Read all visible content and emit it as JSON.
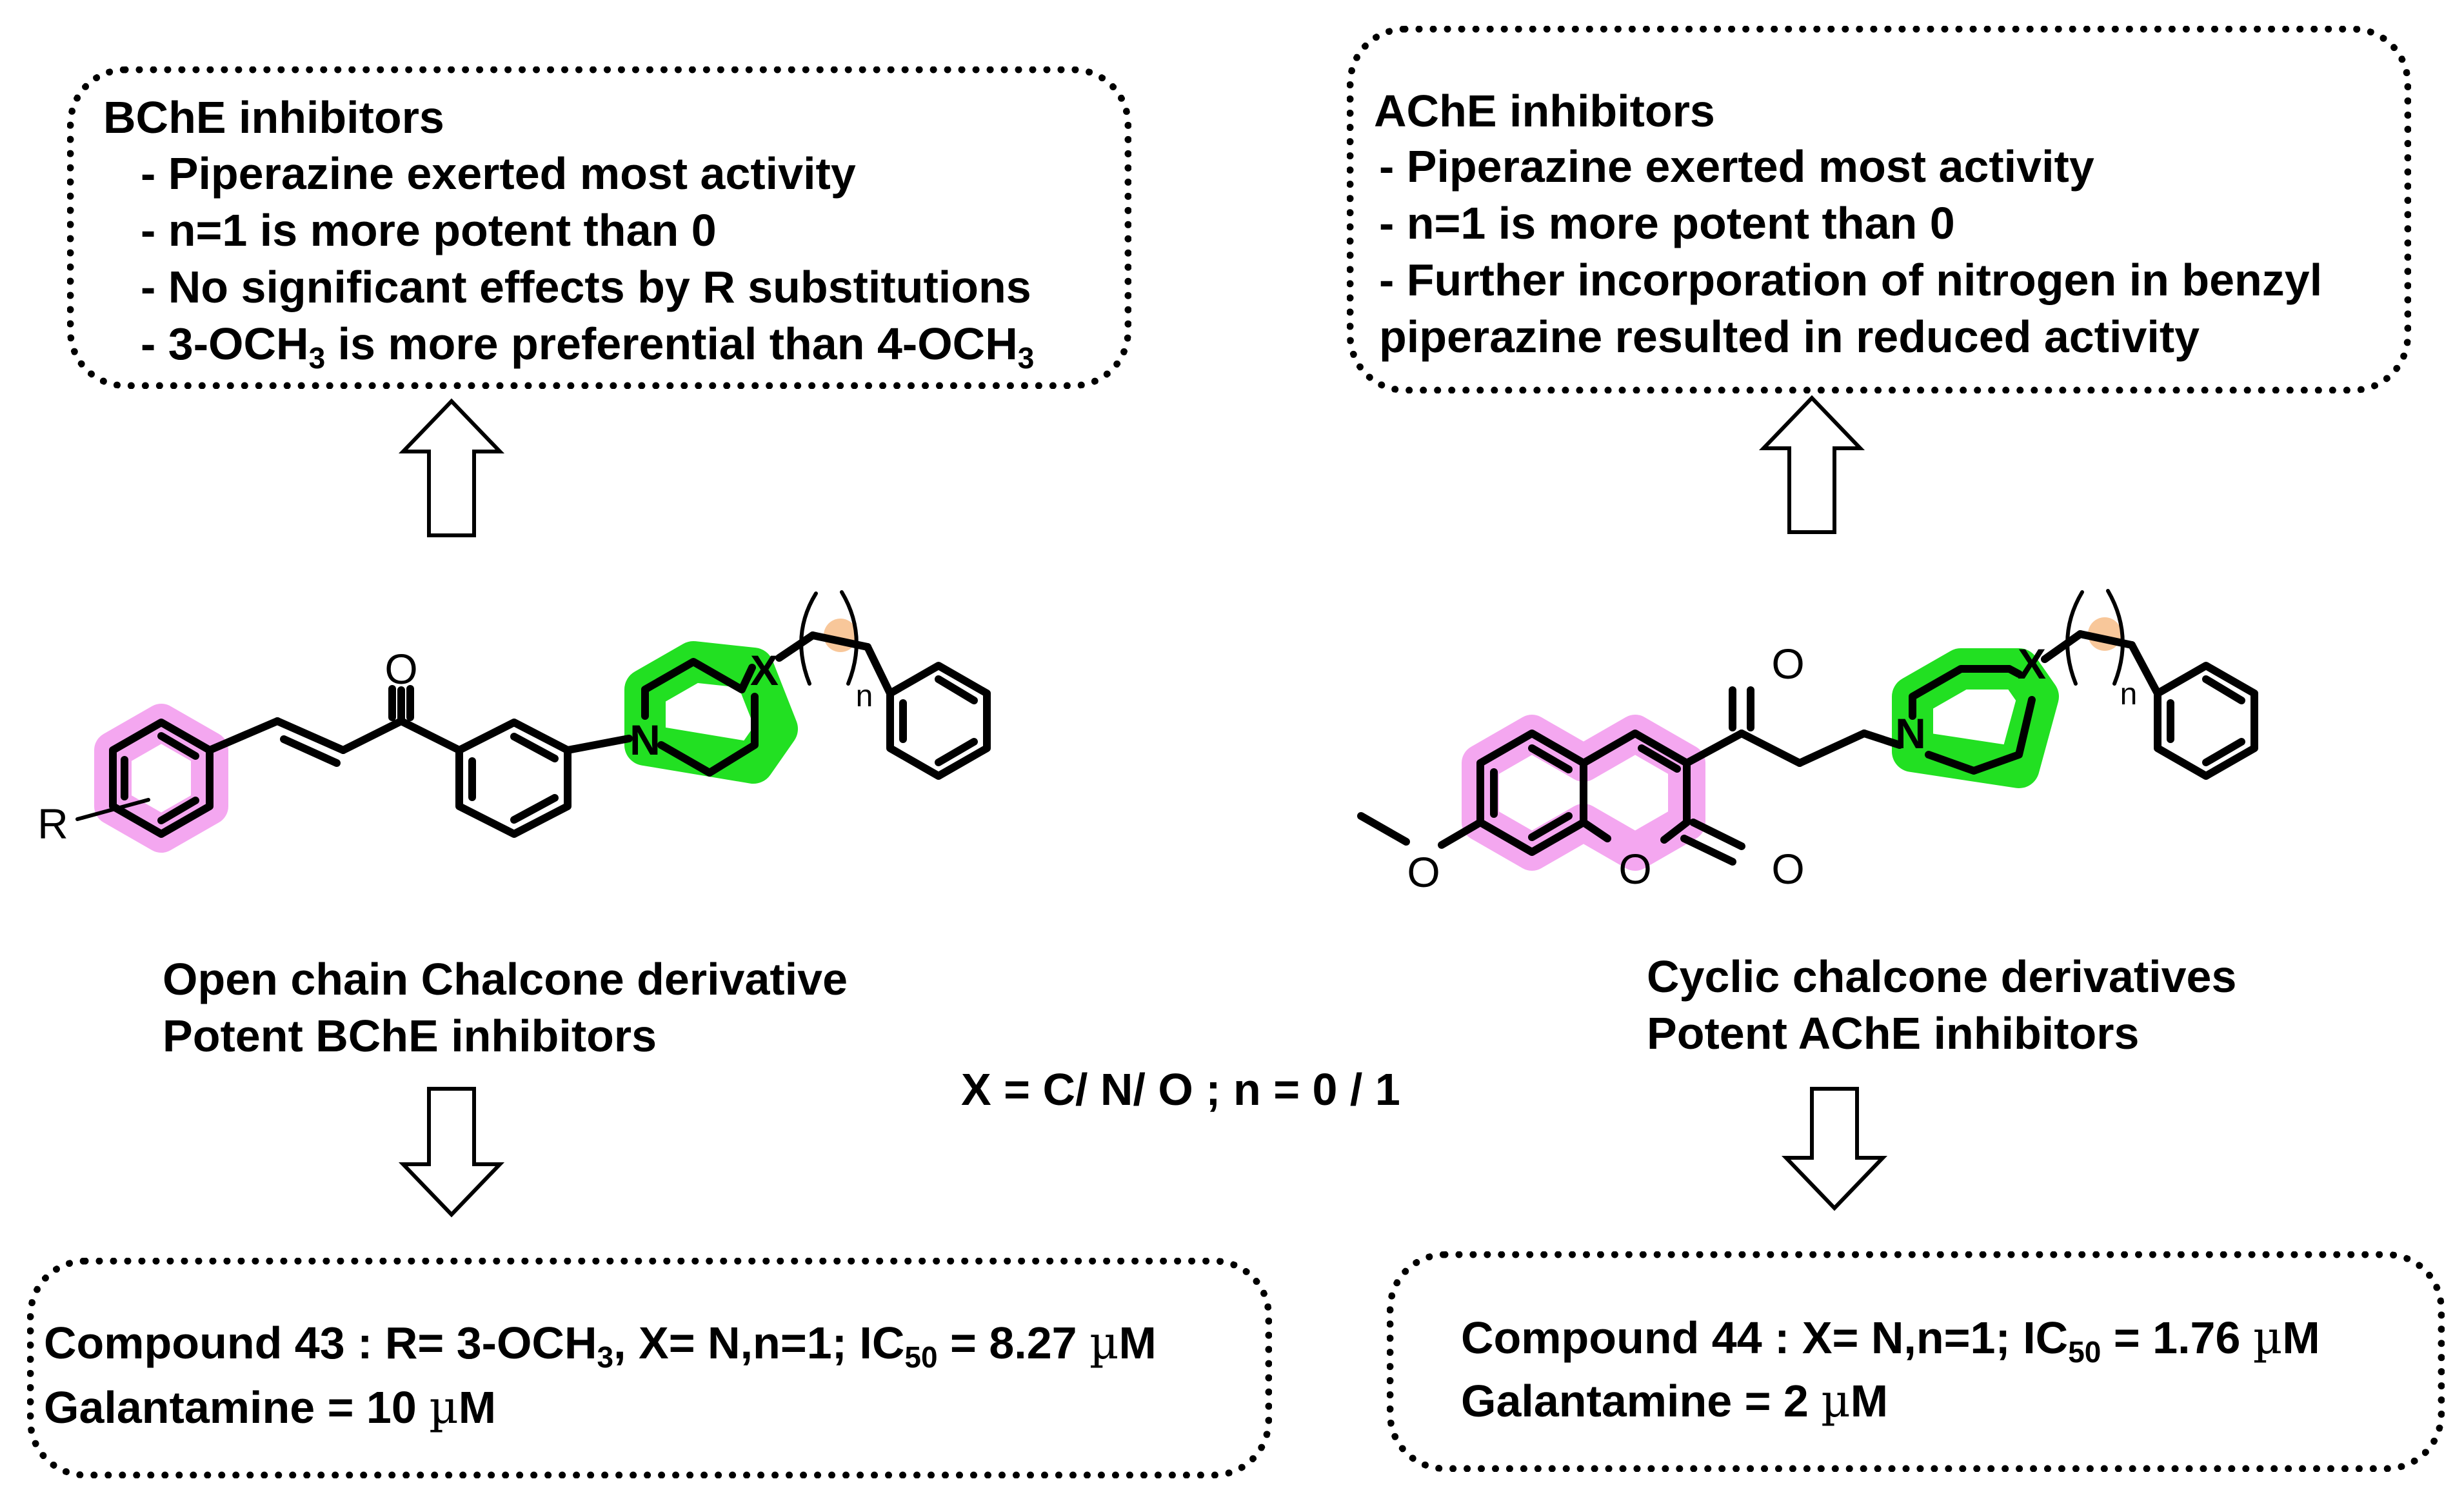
{
  "bche_box": {
    "title": "BChE inhibitors",
    "points": [
      "- Piperazine exerted most activity",
      "- n=1 is more potent than 0",
      "- No significant effects by R substitutions",
      "- 3-OCH",
      "3",
      " is more preferential than 4-OCH",
      "3"
    ]
  },
  "ache_box": {
    "title": "AChE inhibitors",
    "points": [
      "- Piperazine exerted most activity",
      "- n=1 is more potent than 0",
      "- Further incorporation of nitrogen in benzyl",
      "piperazine resulted in reduced activity"
    ]
  },
  "left_caption": {
    "line1": "Open chain Chalcone derivative",
    "line2": "Potent BChE inhibitors"
  },
  "right_caption": {
    "line1": "Cyclic chalcone derivatives",
    "line2": "Potent AChE inhibitors"
  },
  "center_note": "X = C/ N/ O ; n = 0 / 1",
  "compound43": {
    "prefix": "Compound 43 : R= 3-OCH",
    "sub1": "3",
    "mid": ", X= N,n=1; IC",
    "sub2": "50",
    "value": " = 8.27 ",
    "mu": "µ",
    "unit": "M",
    "ref_prefix": "Galantamine = 10 ",
    "ref_mu": "µ",
    "ref_unit": "M"
  },
  "compound44": {
    "prefix": "Compound 44 : X= N,n=1; IC",
    "sub": "50",
    "value": " = 1.76 ",
    "mu": "µ",
    "unit": "M",
    "ref_prefix": "Galantamine = 2 ",
    "ref_mu": "µ",
    "ref_unit": "M"
  },
  "atom_labels": {
    "left": {
      "O": "O",
      "N": "N",
      "X": "X",
      "R": "R",
      "n": "n"
    },
    "right": {
      "O_keto": "O",
      "O_lactone_carbonyl": "O",
      "O_ring": "O",
      "O_methoxy": "O",
      "N": "N",
      "X": "X",
      "n": "n"
    }
  },
  "colors": {
    "aromatic_highlight": "#f4a7f0",
    "piperazine_highlight": "#22e022",
    "linker_highlight": "#f8c79a",
    "box_border": "#000000"
  }
}
